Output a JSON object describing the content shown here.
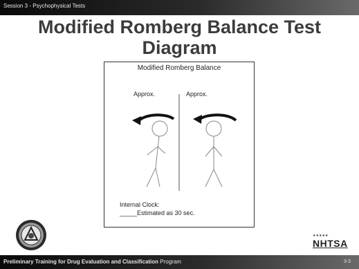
{
  "header": {
    "session_label": "Session 3 - Psychophysical Tests"
  },
  "slide": {
    "title": "Modified Romberg Balance Test Diagram"
  },
  "diagram": {
    "title": "Modified Romberg Balance",
    "left_label": "Approx.",
    "right_label": "Approx.",
    "clock_label": "Internal Clock:",
    "clock_value": "_____Estimated as 30 sec."
  },
  "logo": {
    "nhtsa_text": "NHTSA",
    "nhtsa_stars": "★★★★★"
  },
  "footer": {
    "text_bold": "Preliminary Training for Drug Evaluation and Classification",
    "text_regular": " Program",
    "page_number": "3-3"
  },
  "colors": {
    "bar": "#1a1a1a",
    "title": "#3c3c3c"
  }
}
